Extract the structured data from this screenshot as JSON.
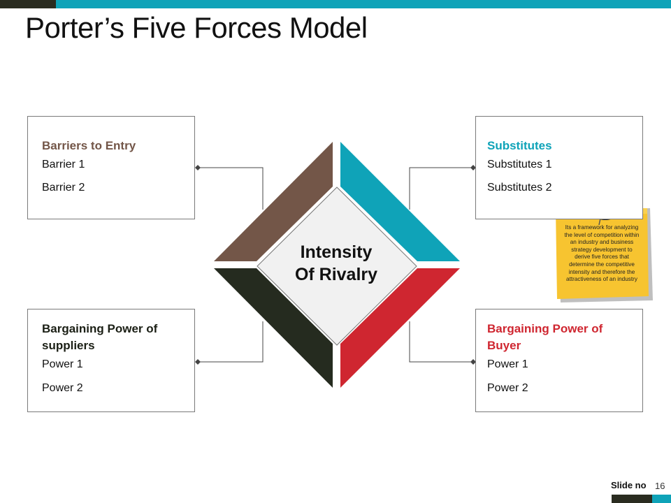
{
  "title": "Porter’s Five Forces Model",
  "center": {
    "line1": "Intensity",
    "line2": "Of Rivalry"
  },
  "forces": {
    "top_left": {
      "heading": "Barriers to Entry",
      "items": [
        "Barrier 1",
        "Barrier 2"
      ],
      "color": "#735648"
    },
    "top_right": {
      "heading": "Substitutes",
      "items": [
        "Substitutes 1",
        "Substitutes 2"
      ],
      "color": "#0fa3b8"
    },
    "bottom_left": {
      "heading": "Bargaining Power of suppliers",
      "items": [
        "Power 1",
        "Power 2"
      ],
      "color": "#252b1f"
    },
    "bottom_right": {
      "heading": "Bargaining Power of Buyer",
      "items": [
        "Power 1",
        "Power 2"
      ],
      "color": "#cf2630"
    }
  },
  "note": {
    "text": "Its a framework for analyzing the level of competition within an industry and business strategy development to derive five forces that determine the competitive intensity and therefore the attractiveness of an industry",
    "color": "#f7c430"
  },
  "footer": {
    "label": "Slide no",
    "number": "16"
  },
  "colors": {
    "accent_teal": "#0fa3b8",
    "dark": "#2a2c20"
  }
}
